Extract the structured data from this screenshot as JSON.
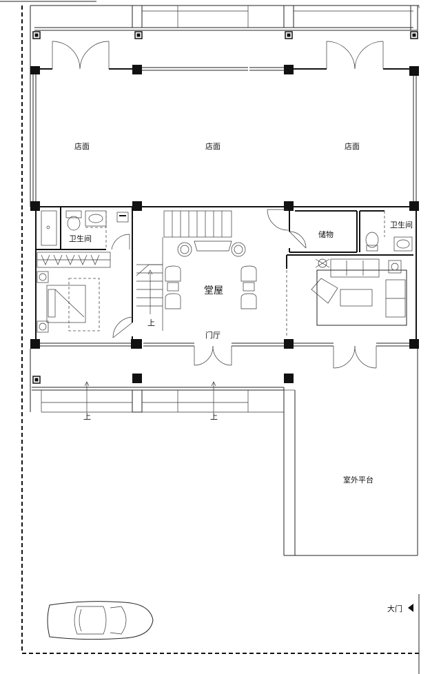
{
  "rooms": {
    "shop_left": "店面",
    "shop_center": "店面",
    "shop_right": "店面",
    "bathroom_left": "卫生间",
    "bathroom_right": "卫生间",
    "storage": "储物",
    "main_hall": "堂屋",
    "foyer": "门厅",
    "outdoor_platform": "室外平台"
  },
  "stairs": {
    "interior_up": "上",
    "step_left_up": "上",
    "step_right_up": "上"
  },
  "entrance": {
    "gate_label": "大门"
  }
}
